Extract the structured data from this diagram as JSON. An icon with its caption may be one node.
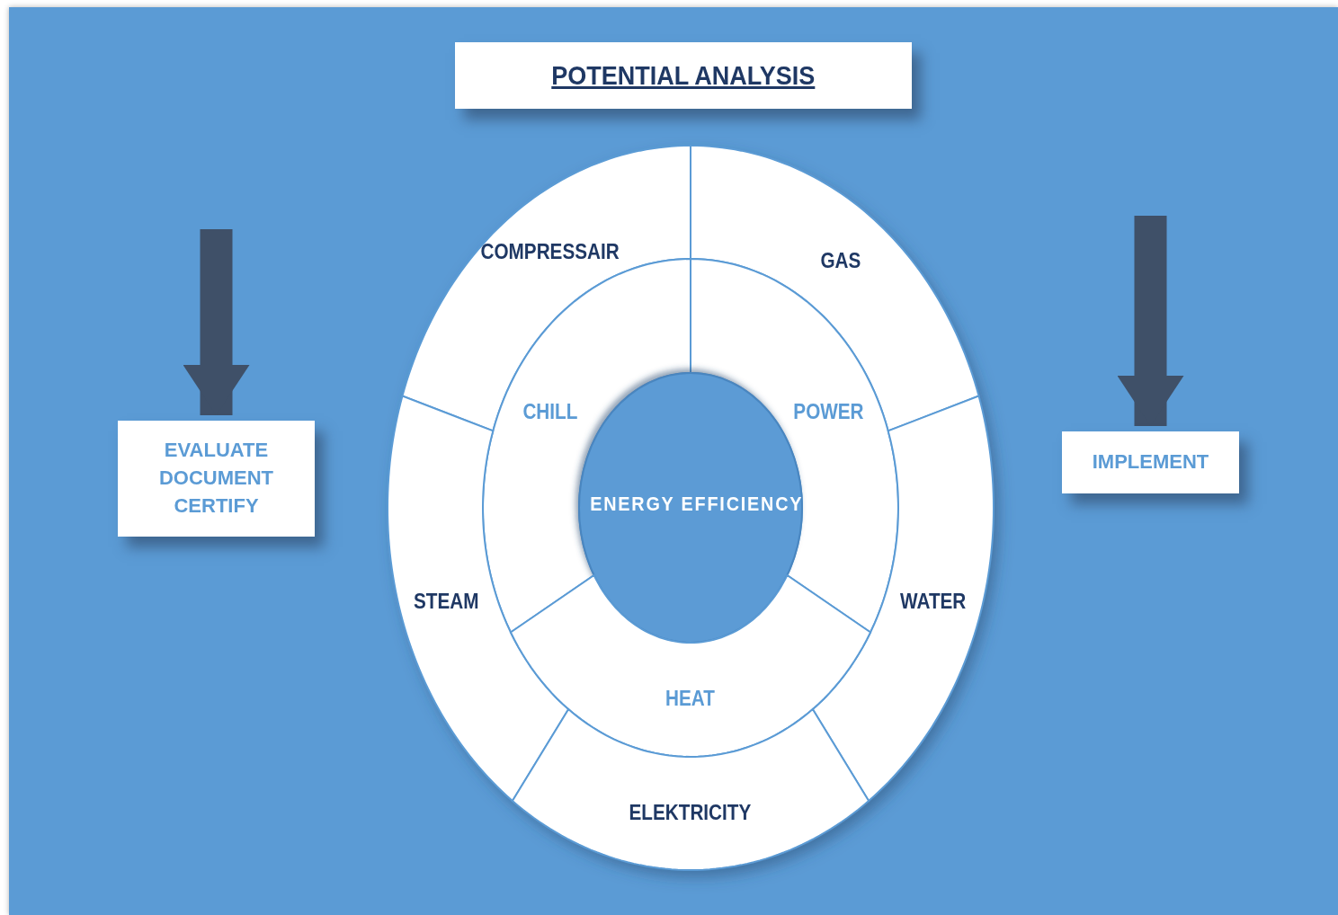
{
  "diagram": {
    "title": "POTENTIAL ANALYSIS",
    "nodes": [
      {
        "text": [
          "EVALUATE DOCUMENT CERTIFY"
        ]
      },
      {
        "text": [
          "COMPRESSAIR"
        ]
      },
      {
        "text": [
          "GAS"
        ]
      },
      {
        "text": [
          "CHILL"
        ]
      },
      {
        "text": [
          "POWER"
        ]
      },
      {
        "text": [
          "ENERGY EFFICIENCY"
        ]
      },
      {
        "text": [
          "IMPLEMENT"
        ]
      },
      {
        "text": [
          "STEAM"
        ]
      },
      {
        "text": [
          "WATER"
        ]
      },
      {
        "text": [
          "HEAT"
        ]
      },
      {
        "text": [
          "ELEKTRICITY"
        ]
      }
    ],
    "edges": [
      {
        "from": null,
        "to": 0,
        "arrow": "to"
      },
      {
        "from": null,
        "to": 6,
        "arrow": "to"
      }
    ]
  }
}
